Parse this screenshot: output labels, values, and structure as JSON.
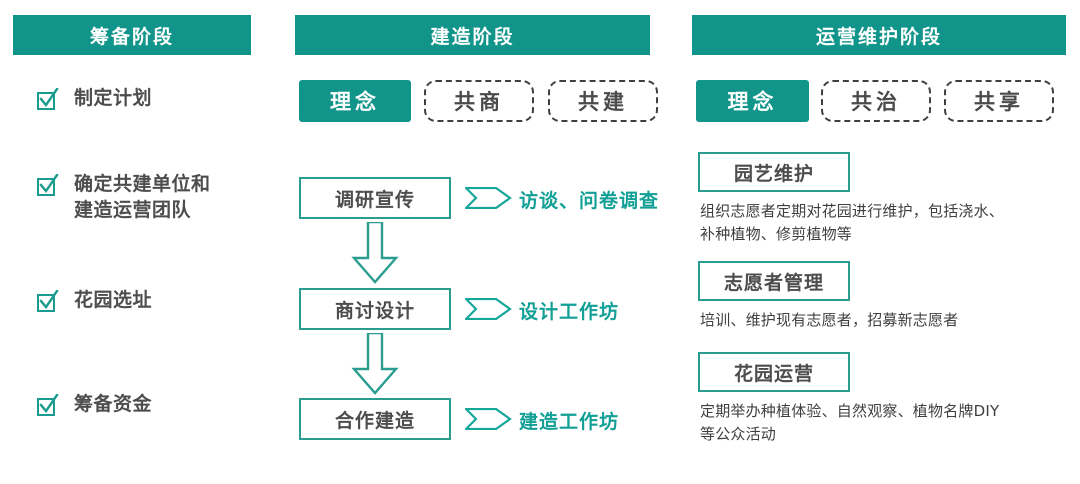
{
  "columns": {
    "prep": {
      "header": "筹备阶段",
      "checklist": [
        {
          "icon": "checkbox-checked-icon",
          "label": "制定计划"
        },
        {
          "icon": "checkbox-checked-icon",
          "label": "确定共建单位和\n建造运营团队"
        },
        {
          "icon": "checkbox-checked-icon",
          "label": "花园选址"
        },
        {
          "icon": "checkbox-checked-icon",
          "label": "筹备资金"
        }
      ]
    },
    "build": {
      "header": "建造阶段",
      "concepts": [
        {
          "label": "理念",
          "style": "filled"
        },
        {
          "label": "共商",
          "style": "dashed"
        },
        {
          "label": "共建",
          "style": "dashed"
        }
      ],
      "flow": [
        {
          "step": "调研宣传",
          "arrow_icon": "chevron-right-icon",
          "note": "访谈、问卷调查"
        },
        {
          "step": "商讨设计",
          "arrow_icon": "chevron-right-icon",
          "note": "设计工作坊"
        },
        {
          "step": "合作建造",
          "arrow_icon": "chevron-right-icon",
          "note": "建造工作坊"
        }
      ],
      "connector_icon": "arrow-down-icon"
    },
    "ops": {
      "header": "运营维护阶段",
      "concepts": [
        {
          "label": "理念",
          "style": "filled"
        },
        {
          "label": "共治",
          "style": "dashed"
        },
        {
          "label": "共享",
          "style": "dashed"
        }
      ],
      "blocks": [
        {
          "title": "园艺维护",
          "description": "组织志愿者定期对花园进行维护，包括浇水、\n补种植物、修剪植物等"
        },
        {
          "title": "志愿者管理",
          "description": "培训、维护现有志愿者，招募新志愿者"
        },
        {
          "title": "花园运营",
          "description": "定期举办种植体验、自然观察、植物名牌DIY\n等公众活动"
        }
      ]
    }
  },
  "colors": {
    "brand_teal": "#119489",
    "outline_teal": "#2a9d90",
    "accent_teal_text": "#12a096",
    "body_text": "#4d4d4d",
    "header_text": "#ffffff",
    "dashed_border": "#3f3f3f"
  }
}
